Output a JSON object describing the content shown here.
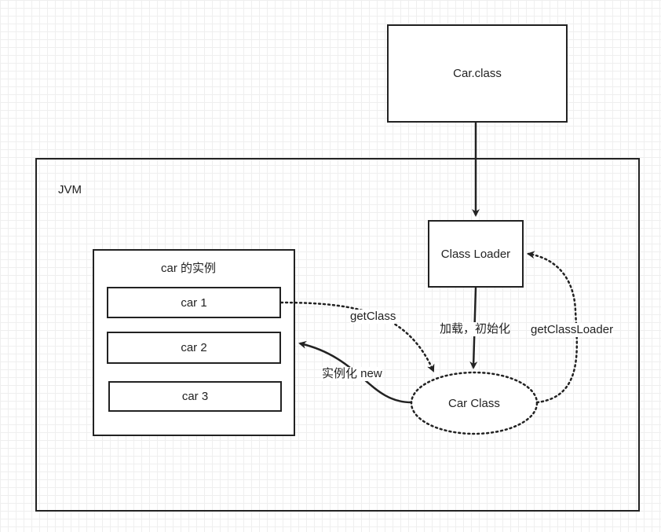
{
  "diagram": {
    "car_class_file": "Car.class",
    "jvm_label": "JVM",
    "class_loader": "Class Loader",
    "car_class": "Car Class",
    "instances_title": "car 的实例",
    "instances": [
      "car 1",
      "car 2",
      "car 3"
    ],
    "edges": {
      "load_init": "加载，初始化",
      "get_class": "getClass",
      "get_class_loader": "getClassLoader",
      "instantiate": "实例化 new"
    }
  },
  "colors": {
    "stroke": "#222222",
    "grid": "#efefef",
    "background": "#ffffff"
  }
}
